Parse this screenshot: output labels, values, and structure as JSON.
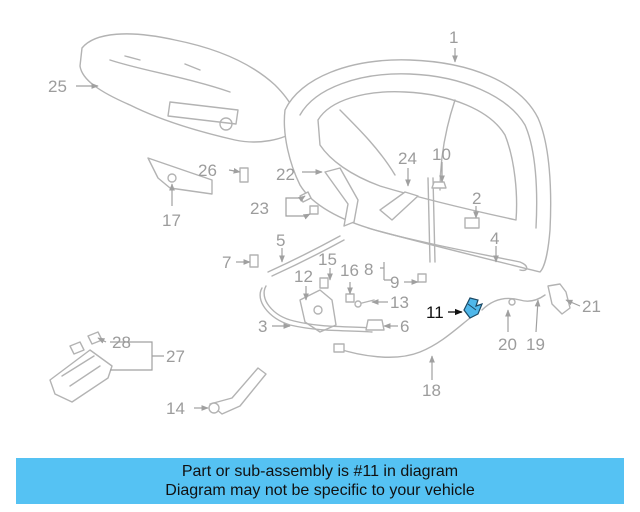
{
  "banner": {
    "line1": "Part or sub-assembly is #11 in diagram",
    "line2": "Diagram may not be specific to your vehicle"
  },
  "highlighted_part": "11",
  "colors": {
    "banner": "#55c2f3",
    "highlight": "#4fb7ea",
    "part_stroke": "#b3b3b3",
    "callout_text": "#9c9c9c"
  },
  "callouts": [
    {
      "id": "1",
      "label": "1"
    },
    {
      "id": "2",
      "label": "2"
    },
    {
      "id": "3",
      "label": "3"
    },
    {
      "id": "4",
      "label": "4"
    },
    {
      "id": "5",
      "label": "5"
    },
    {
      "id": "6",
      "label": "6"
    },
    {
      "id": "7",
      "label": "7"
    },
    {
      "id": "8",
      "label": "8"
    },
    {
      "id": "9",
      "label": "9"
    },
    {
      "id": "10",
      "label": "10"
    },
    {
      "id": "11",
      "label": "11"
    },
    {
      "id": "12",
      "label": "12"
    },
    {
      "id": "13",
      "label": "13"
    },
    {
      "id": "14",
      "label": "14"
    },
    {
      "id": "15",
      "label": "15"
    },
    {
      "id": "16",
      "label": "16"
    },
    {
      "id": "17",
      "label": "17"
    },
    {
      "id": "18",
      "label": "18"
    },
    {
      "id": "19",
      "label": "19"
    },
    {
      "id": "20",
      "label": "20"
    },
    {
      "id": "21",
      "label": "21"
    },
    {
      "id": "22",
      "label": "22"
    },
    {
      "id": "23",
      "label": "23"
    },
    {
      "id": "24",
      "label": "24"
    },
    {
      "id": "25",
      "label": "25"
    },
    {
      "id": "26",
      "label": "26"
    },
    {
      "id": "27",
      "label": "27"
    },
    {
      "id": "28",
      "label": "28"
    }
  ]
}
